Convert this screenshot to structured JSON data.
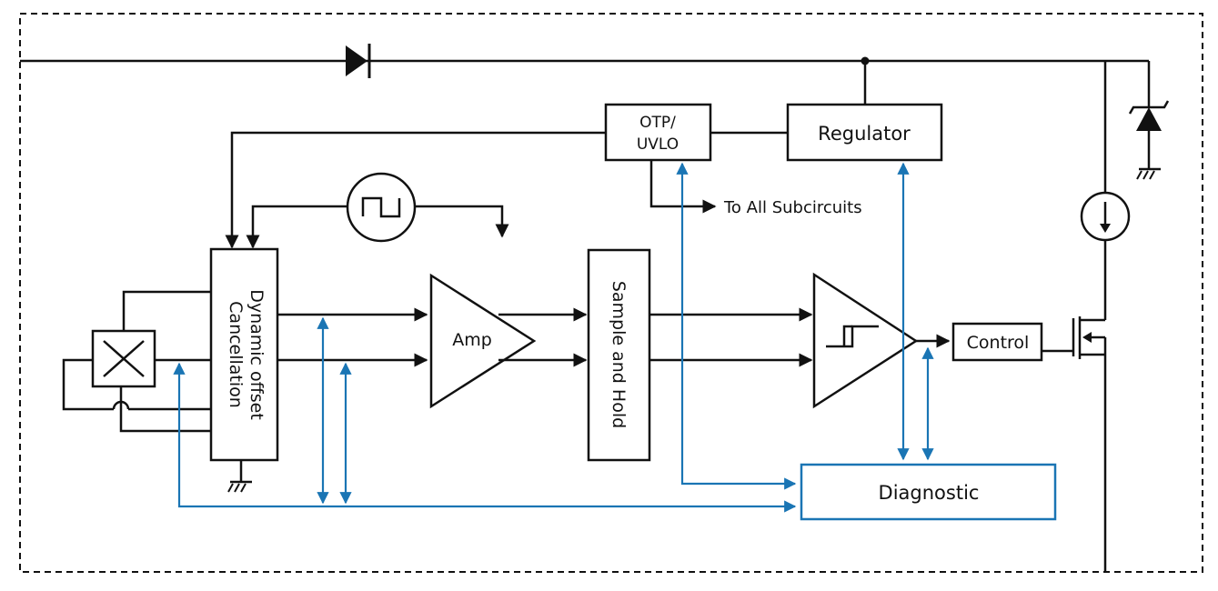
{
  "blocks": {
    "otp_line1": "OTP/",
    "otp_line2": "UVLO",
    "regulator": "Regulator",
    "dynamic_line1": "Dynamic offset",
    "dynamic_line2": "Cancellation",
    "amp": "Amp",
    "sample_hold": "Sample and Hold",
    "control": "Control",
    "diagnostic": "Diagnostic"
  },
  "annotations": {
    "to_all": "To All Subcircuits"
  },
  "colors": {
    "wire": "#111111",
    "diagnostic_bus": "#1a75b4"
  }
}
